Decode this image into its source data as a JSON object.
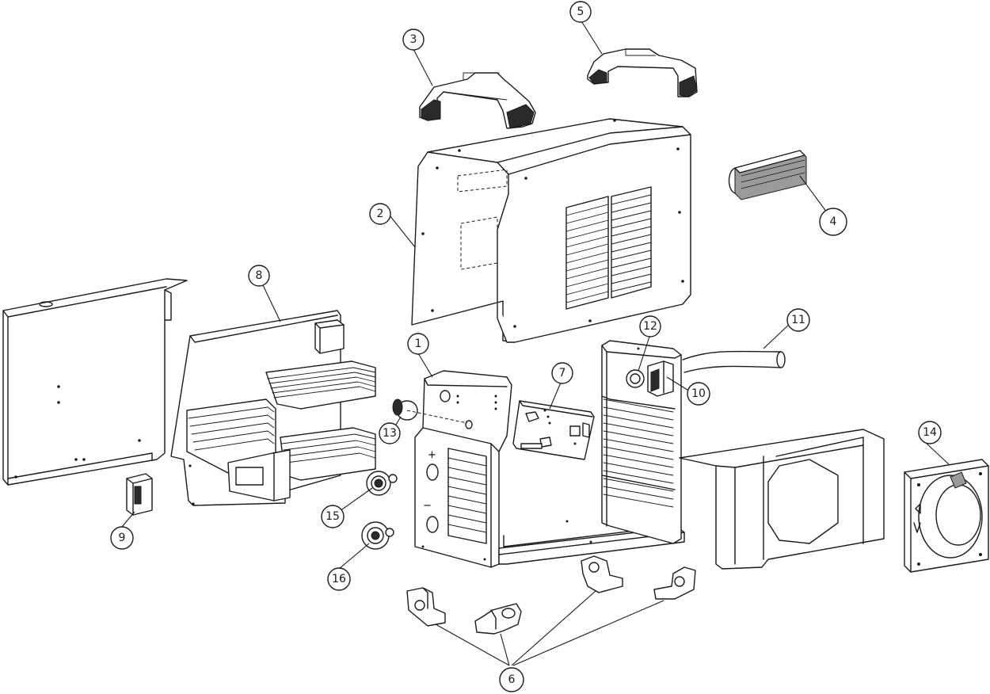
{
  "callouts": [
    {
      "id": "c1",
      "label": "1"
    },
    {
      "id": "c2",
      "label": "2"
    },
    {
      "id": "c3",
      "label": "3"
    },
    {
      "id": "c4",
      "label": "4"
    },
    {
      "id": "c5",
      "label": "5"
    },
    {
      "id": "c6",
      "label": "6"
    },
    {
      "id": "c7",
      "label": "7"
    },
    {
      "id": "c8",
      "label": "8"
    },
    {
      "id": "c9",
      "label": "9"
    },
    {
      "id": "c10",
      "label": "10"
    },
    {
      "id": "c11",
      "label": "11"
    },
    {
      "id": "c12",
      "label": "12"
    },
    {
      "id": "c13",
      "label": "13"
    },
    {
      "id": "c14",
      "label": "14"
    },
    {
      "id": "c15",
      "label": "15"
    },
    {
      "id": "c16",
      "label": "16"
    }
  ],
  "panel_marks": {
    "plus": "+",
    "minus": "−"
  }
}
